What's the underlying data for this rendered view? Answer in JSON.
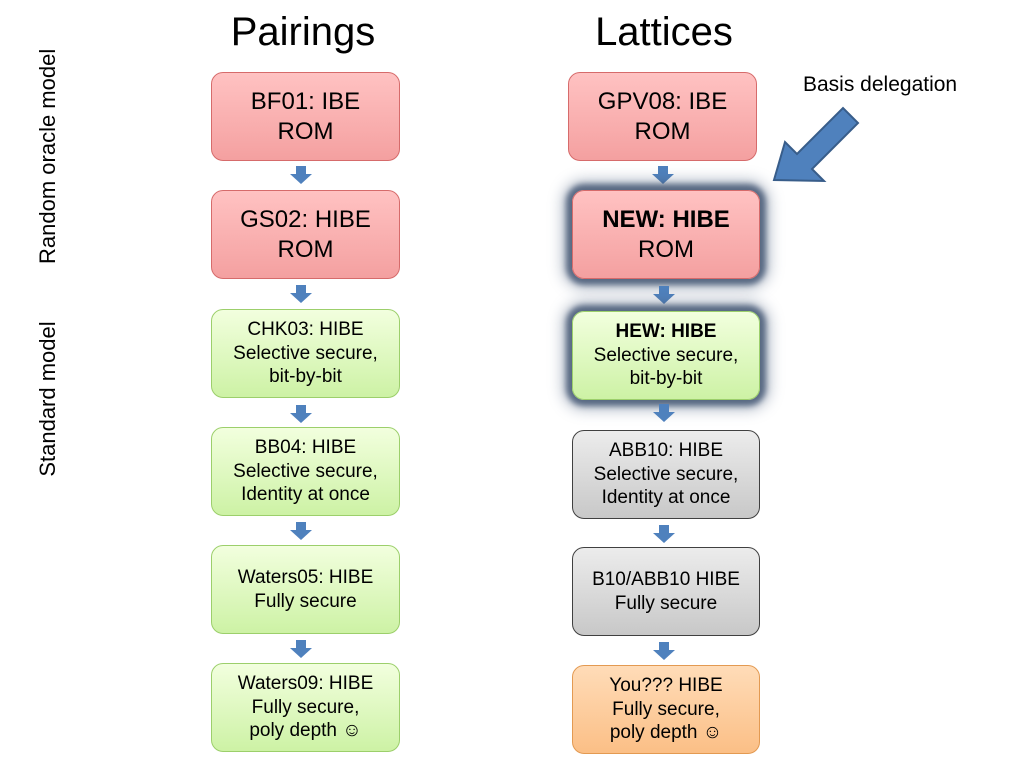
{
  "columns": {
    "left_title": "Pairings",
    "right_title": "Lattices"
  },
  "side_labels": {
    "top": "Random oracle model",
    "bottom": "Standard model"
  },
  "callout": {
    "label": "Basis delegation",
    "arrow_color": "#4f81bd"
  },
  "colors": {
    "arrow": "#4f81bd",
    "rom_box": "#f8b4b4",
    "standard_box": "#d8f5b8",
    "existing_lattice_box": "#d9d9d9",
    "open_problem_box": "#fcc99a"
  },
  "pairings": [
    {
      "line1": "BF01: IBE",
      "line2": "ROM",
      "line3": ""
    },
    {
      "line1": "GS02: HIBE",
      "line2": "ROM",
      "line3": ""
    },
    {
      "line1": "CHK03: HIBE",
      "line2": "Selective secure,",
      "line3": "bit-by-bit"
    },
    {
      "line1": "BB04: HIBE",
      "line2": "Selective secure,",
      "line3": "Identity at once"
    },
    {
      "line1": "Waters05: HIBE",
      "line2": "Fully secure",
      "line3": ""
    },
    {
      "line1": "Waters09: HIBE",
      "line2": "Fully secure,",
      "line3": "poly depth ☺"
    }
  ],
  "lattices": [
    {
      "line1": "GPV08: IBE",
      "line2": "ROM",
      "line3": ""
    },
    {
      "line1": "NEW: HIBE",
      "line2": "ROM",
      "line3": ""
    },
    {
      "line1": "HEW: HIBE",
      "line2": "Selective secure,",
      "line3": "bit-by-bit"
    },
    {
      "line1": "ABB10: HIBE",
      "line2": "Selective secure,",
      "line3": "Identity at once"
    },
    {
      "line1": "B10/ABB10 HIBE",
      "line2": "Fully secure",
      "line3": ""
    },
    {
      "line1": "You??? HIBE",
      "line2": "Fully secure,",
      "line3": "poly depth ☺"
    }
  ]
}
